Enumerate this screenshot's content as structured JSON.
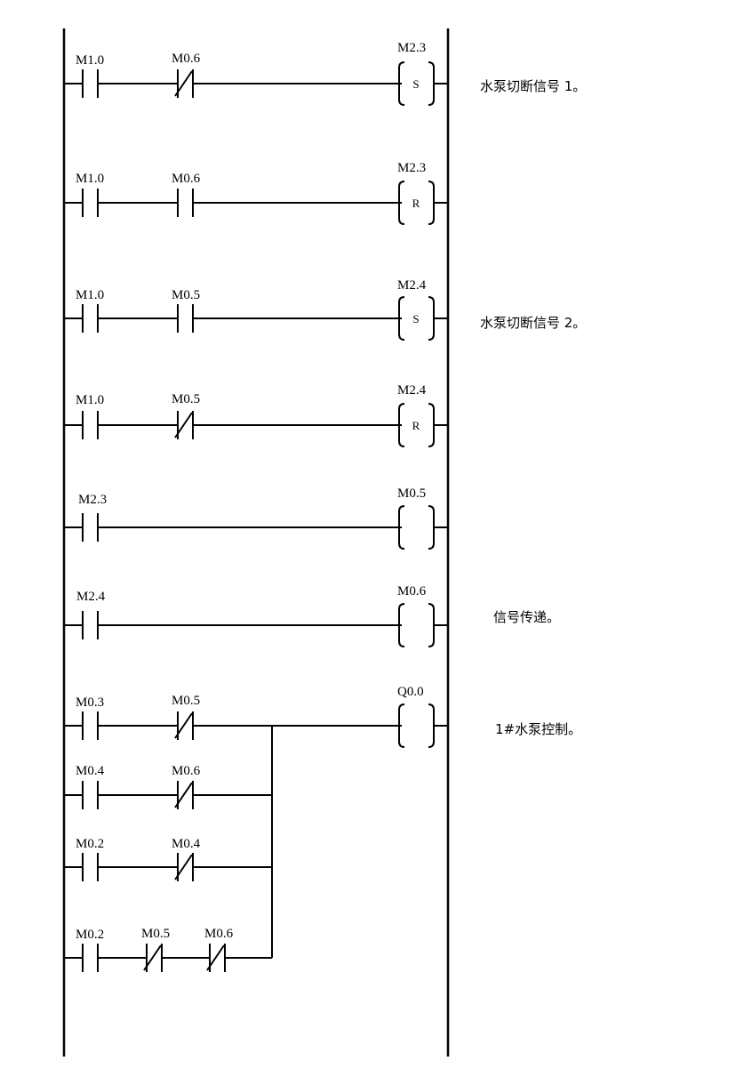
{
  "rungs": [
    {
      "contacts": [
        {
          "label": "M1.0",
          "type": "NO"
        },
        {
          "label": "M0.6",
          "type": "NC"
        }
      ],
      "coil": {
        "label": "M2.3",
        "letter": "S"
      },
      "comment": "水泵切断信号 1。"
    },
    {
      "contacts": [
        {
          "label": "M1.0",
          "type": "NO"
        },
        {
          "label": "M0.6",
          "type": "NO"
        }
      ],
      "coil": {
        "label": "M2.3",
        "letter": "R"
      },
      "comment": ""
    },
    {
      "contacts": [
        {
          "label": "M1.0",
          "type": "NO"
        },
        {
          "label": "M0.5",
          "type": "NO"
        }
      ],
      "coil": {
        "label": "M2.4",
        "letter": "S"
      },
      "comment": "水泵切断信号 2。"
    },
    {
      "contacts": [
        {
          "label": "M1.0",
          "type": "NO"
        },
        {
          "label": "M0.5",
          "type": "NC"
        }
      ],
      "coil": {
        "label": "M2.4",
        "letter": "R"
      },
      "comment": ""
    },
    {
      "contacts": [
        {
          "label": "M2.3",
          "type": "NO"
        }
      ],
      "coil": {
        "label": "M0.5",
        "letter": ""
      },
      "comment": ""
    },
    {
      "contacts": [
        {
          "label": "M2.4",
          "type": "NO"
        }
      ],
      "coil": {
        "label": "M0.6",
        "letter": ""
      },
      "comment": "信号传递。"
    }
  ],
  "pump_rung": {
    "coil": {
      "label": "Q0.0",
      "letter": ""
    },
    "comment": "1#水泵控制。",
    "branches": [
      [
        {
          "label": "M0.3",
          "type": "NO"
        },
        {
          "label": "M0.5",
          "type": "NC"
        }
      ],
      [
        {
          "label": "M0.4",
          "type": "NO"
        },
        {
          "label": "M0.6",
          "type": "NC"
        }
      ],
      [
        {
          "label": "M0.2",
          "type": "NO"
        },
        {
          "label": "M0.4",
          "type": "NC"
        }
      ],
      [
        {
          "label": "M0.2",
          "type": "NO"
        },
        {
          "label": "M0.5",
          "type": "NC"
        },
        {
          "label": "M0.6",
          "type": "NC"
        }
      ]
    ]
  }
}
